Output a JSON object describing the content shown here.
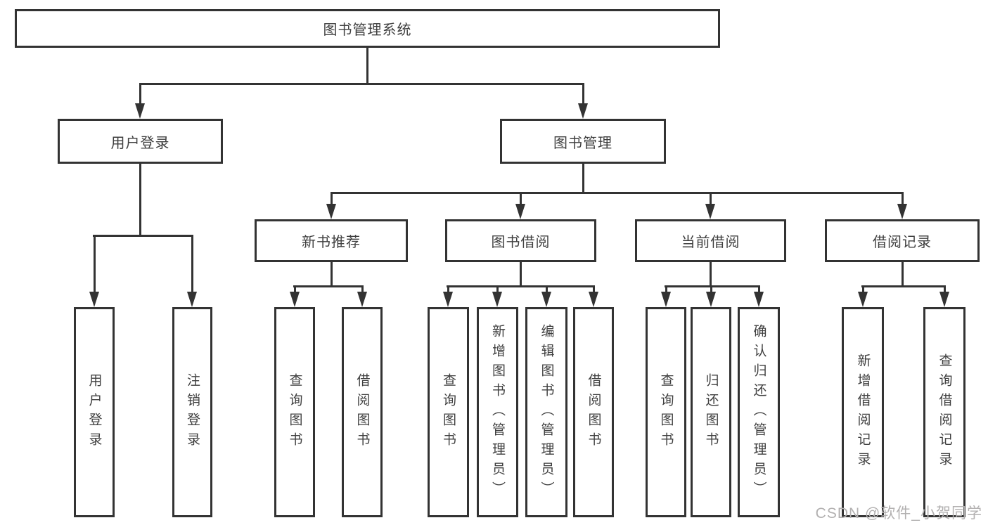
{
  "diagram": {
    "type": "tree",
    "nodes": {
      "root": "图书管理系统",
      "user_login": "用户登录",
      "book_mgmt": "图书管理",
      "new_book_recommend": "新书推荐",
      "book_borrow": "图书借阅",
      "current_borrow": "当前借阅",
      "borrow_records": "借阅记录"
    },
    "leaves": {
      "g1": [
        "用户登录",
        "注销登录"
      ],
      "g2": [
        "查询图书",
        "借阅图书"
      ],
      "g3": [
        "查询图书",
        "新增图书（管理员）",
        "编辑图书（管理员）",
        "借阅图书"
      ],
      "g4": [
        "查询图书",
        "归还图书",
        "确认归还（管理员）"
      ],
      "g5": [
        "新增借阅记录",
        "查询借阅记录"
      ]
    },
    "edges": [
      [
        "图书管理系统",
        "用户登录"
      ],
      [
        "图书管理系统",
        "图书管理"
      ],
      [
        "用户登录",
        "用户登录"
      ],
      [
        "用户登录",
        "注销登录"
      ],
      [
        "图书管理",
        "新书推荐"
      ],
      [
        "图书管理",
        "图书借阅"
      ],
      [
        "图书管理",
        "当前借阅"
      ],
      [
        "图书管理",
        "借阅记录"
      ],
      [
        "新书推荐",
        "查询图书"
      ],
      [
        "新书推荐",
        "借阅图书"
      ],
      [
        "图书借阅",
        "查询图书"
      ],
      [
        "图书借阅",
        "新增图书（管理员）"
      ],
      [
        "图书借阅",
        "编辑图书（管理员）"
      ],
      [
        "图书借阅",
        "借阅图书"
      ],
      [
        "当前借阅",
        "查询图书"
      ],
      [
        "当前借阅",
        "归还图书"
      ],
      [
        "当前借阅",
        "确认归还（管理员）"
      ],
      [
        "借阅记录",
        "新增借阅记录"
      ],
      [
        "借阅记录",
        "查询借阅记录"
      ]
    ],
    "colors": {
      "line": "#333333",
      "box_border": "#333333",
      "box_fill": "#ffffff",
      "text": "#3f3f3f",
      "watermark_text": "#b2b0b0",
      "background": "#ffffff"
    }
  },
  "watermark": "CSDN @软件_小贺同学"
}
